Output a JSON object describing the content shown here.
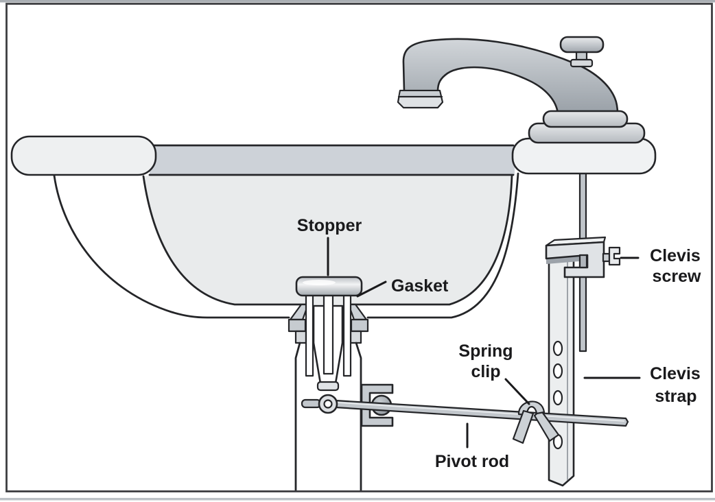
{
  "diagram": {
    "subject": "Bathroom sink pop-up drain assembly cross-section",
    "labels": {
      "stopper": "Stopper",
      "gasket": "Gasket",
      "spring_clip_line1": "Spring",
      "spring_clip_line2": "clip",
      "clevis_screw_line1": "Clevis",
      "clevis_screw_line2": "screw",
      "clevis_strap_line1": "Clevis",
      "clevis_strap_line2": "strap",
      "pivot_rod": "Pivot rod"
    },
    "colors": {
      "outline": "#242528",
      "label_text": "#1a1a1c",
      "water_band": "#cdd2d8",
      "bowl_interior": "#e9ebec",
      "porcelain": "#eef0f1",
      "deck": "#f0f2f3",
      "metal_light": "#c6cbd0",
      "metal_mid": "#aab0b6",
      "metal_dark": "#9aa1a8",
      "background": "#ffffff"
    }
  }
}
